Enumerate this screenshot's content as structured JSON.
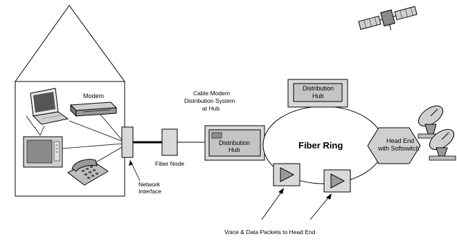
{
  "labels": {
    "modem": "Modem",
    "cmds_line1": "Cable Modem",
    "cmds_line2": "Distribution System",
    "cmds_line3": "at Hub",
    "dist_hub_left_line1": "Distribution",
    "dist_hub_left_line2": "Hub",
    "dist_hub_top_line1": "Distribution",
    "dist_hub_top_line2": "Hub",
    "fiber_ring": "Fiber Ring",
    "head_end_line1": "Head End",
    "head_end_line2": "with Softswitch",
    "fiber_node": "Fiber Node",
    "network_interface_line1": "Network",
    "network_interface_line2": "Interface",
    "packets": "Voice & Data Packets to Head End"
  },
  "icons": {
    "laptop": "laptop-icon",
    "modem": "modem-icon",
    "tv": "television-icon",
    "phone": "telephone-icon",
    "satellite": "satellite-icon",
    "dish": "satellite-dish-icon",
    "amplifier": "amplifier-icon"
  },
  "colors": {
    "box_fill": "#d9d9d9",
    "inner_fill": "#bfbfbf",
    "stroke": "#000000"
  }
}
